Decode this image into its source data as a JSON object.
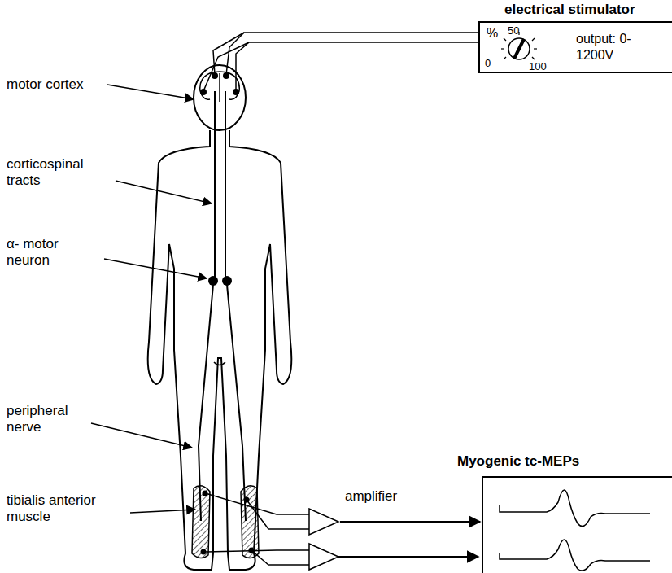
{
  "diagram": {
    "nodes": [
      {
        "text": [
          "electrical stimulator",
          "%",
          "50",
          "0",
          "100",
          "output: 0-1200V"
        ]
      },
      {
        "text": [
          "amplifier"
        ]
      },
      {
        "text": [
          "Myogenic tc-MEPs"
        ]
      }
    ],
    "edges": [
      {
        "from": 1,
        "to": 2,
        "arrow": "to"
      }
    ],
    "labels": [
      "motor cortex",
      "corticospinal tracts",
      "α- motor neuron",
      "peripheral nerve",
      "tibialis anterior muscle"
    ]
  }
}
